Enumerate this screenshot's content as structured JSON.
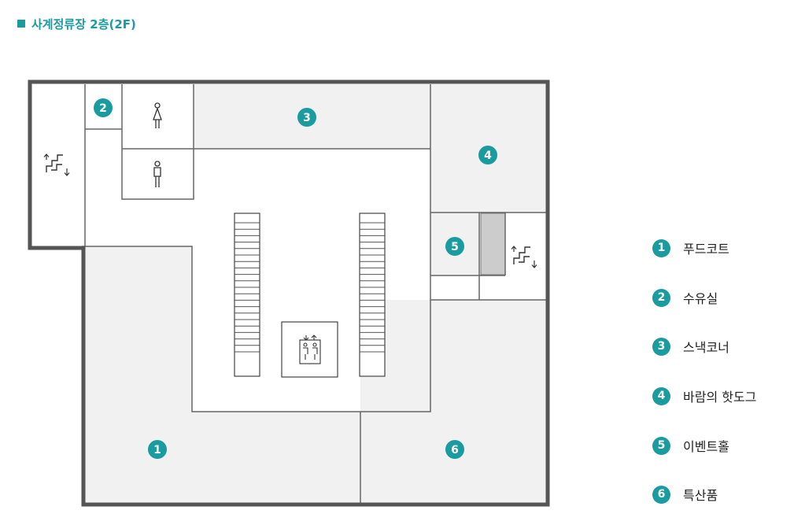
{
  "title": "사계정류장 2층(2F)",
  "colors": {
    "accent": "#1a9ba0",
    "wall": "#555555",
    "zone_fill": "#f1f1f1",
    "line": "#666666",
    "storage_fill": "#cccccc"
  },
  "icons": {
    "female_toilet": "female-toilet-icon",
    "male_toilet": "male-toilet-icon",
    "stairs": "stairs-icon",
    "elevator": "elevator-icon",
    "escalator": "escalator-icon"
  },
  "markers": [
    {
      "number": "1",
      "zone": "food-court"
    },
    {
      "number": "2",
      "zone": "nursing-room"
    },
    {
      "number": "3",
      "zone": "snack-corner"
    },
    {
      "number": "4",
      "zone": "wind-hotdog"
    },
    {
      "number": "5",
      "zone": "event-hall"
    },
    {
      "number": "6",
      "zone": "specialties"
    }
  ],
  "legend": [
    {
      "number": "1",
      "label": "푸드코트"
    },
    {
      "number": "2",
      "label": "수유실"
    },
    {
      "number": "3",
      "label": "스낵코너"
    },
    {
      "number": "4",
      "label": "바람의 핫도그"
    },
    {
      "number": "5",
      "label": "이벤트홀"
    },
    {
      "number": "6",
      "label": "특산품"
    }
  ]
}
